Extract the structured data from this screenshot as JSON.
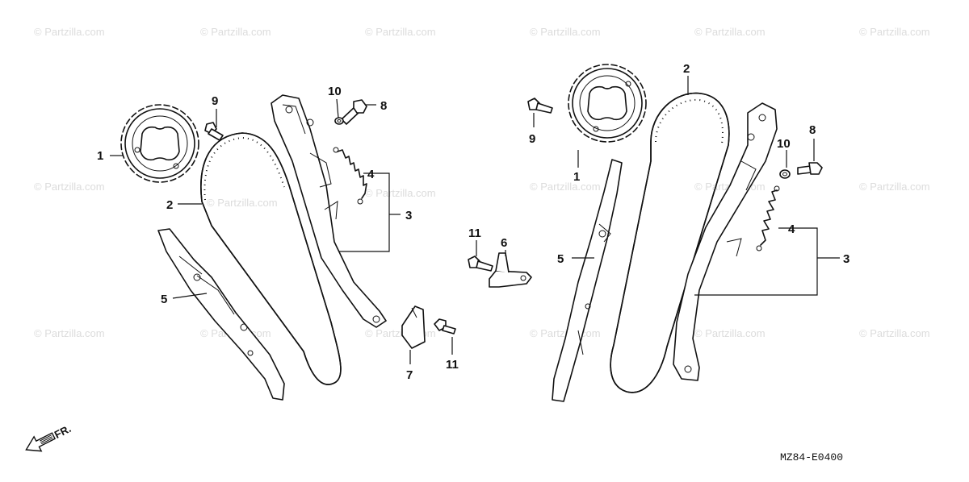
{
  "watermark": {
    "text": "© Partzilla.com"
  },
  "callouts": {
    "left": {
      "c1": "1",
      "c2": "2",
      "c3": "3",
      "c4": "4",
      "c5": "5",
      "c8": "8",
      "c9": "9",
      "c10": "10"
    },
    "center": {
      "c6": "6",
      "c7": "7",
      "c11a": "11",
      "c11b": "11"
    },
    "right": {
      "c1": "1",
      "c2": "2",
      "c3": "3",
      "c4": "4",
      "c5": "5",
      "c8": "8",
      "c9": "9",
      "c10": "10"
    }
  },
  "footer": {
    "diagram_code": "MZ84-E0400",
    "direction_label": "FR."
  },
  "icons": {
    "direction": "front-direction-arrow-icon"
  }
}
